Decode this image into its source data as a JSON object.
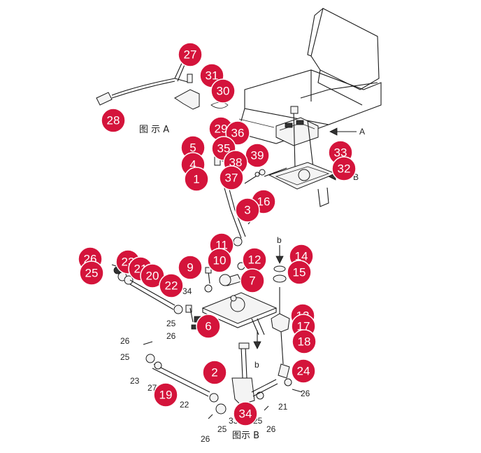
{
  "captions": {
    "view_a": "图 示 A",
    "view_b": "图示 B",
    "arrow_a": "A",
    "arrow_b_right": "B",
    "arrow_b_lower": "b",
    "arrow_b_upper": "b"
  },
  "callouts": [
    {
      "n": "27"
    },
    {
      "n": "31"
    },
    {
      "n": "30"
    },
    {
      "n": "28"
    },
    {
      "n": "29"
    },
    {
      "n": "36"
    },
    {
      "n": "5"
    },
    {
      "n": "35"
    },
    {
      "n": "39"
    },
    {
      "n": "33"
    },
    {
      "n": "4"
    },
    {
      "n": "38"
    },
    {
      "n": "32"
    },
    {
      "n": "1"
    },
    {
      "n": "37"
    },
    {
      "n": "16"
    },
    {
      "n": "3"
    },
    {
      "n": "11"
    },
    {
      "n": "26"
    },
    {
      "n": "23"
    },
    {
      "n": "21"
    },
    {
      "n": "20"
    },
    {
      "n": "9"
    },
    {
      "n": "10"
    },
    {
      "n": "12"
    },
    {
      "n": "14"
    },
    {
      "n": "25"
    },
    {
      "n": "22"
    },
    {
      "n": "15"
    },
    {
      "n": "7"
    },
    {
      "n": "6"
    },
    {
      "n": "13"
    },
    {
      "n": "17"
    },
    {
      "n": "18"
    },
    {
      "n": "2"
    },
    {
      "n": "24"
    },
    {
      "n": "19"
    },
    {
      "n": "34"
    }
  ],
  "plain_labels": [
    {
      "t": "34"
    },
    {
      "t": "25"
    },
    {
      "t": "26"
    },
    {
      "t": "26"
    },
    {
      "t": "25"
    },
    {
      "t": "23"
    },
    {
      "t": "27"
    },
    {
      "t": "22"
    },
    {
      "t": "26"
    },
    {
      "t": "21"
    },
    {
      "t": "25"
    },
    {
      "t": "26"
    },
    {
      "t": "26"
    },
    {
      "t": "33"
    },
    {
      "t": "25"
    }
  ]
}
